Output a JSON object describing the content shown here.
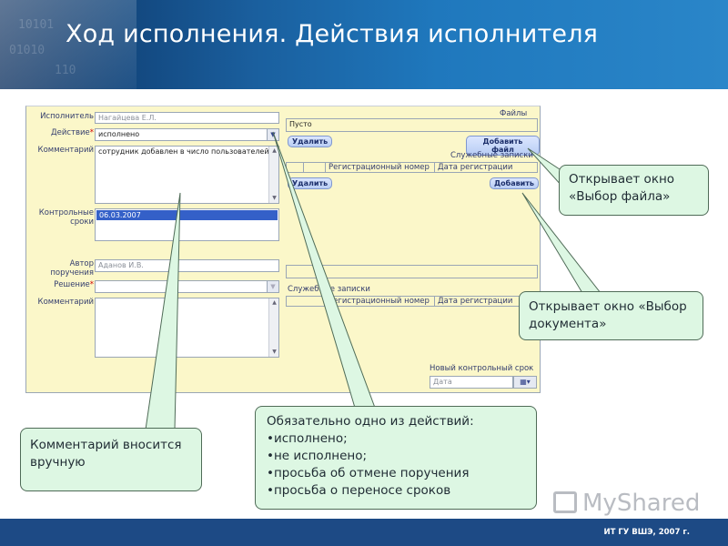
{
  "slide": {
    "title": "Ход исполнения. Действия исполнителя",
    "header_digits": [
      "10101",
      "01010",
      "110"
    ],
    "footer_text": "ИТ ГУ ВШЭ, 2007 г.",
    "watermark_text": "MyShared",
    "colors": {
      "header_start": "#0b2f5e",
      "header_end": "#2a86c9",
      "form_bg": "#fbf7c9",
      "callout_bg": "#ddf7e3",
      "footer_bg": "#1d4a85"
    }
  },
  "form": {
    "executor_label": "Исполнитель",
    "executor_value": "Нагайцева Е.Л.",
    "action_label": "Действие",
    "action_required_mark": "*",
    "action_value": "исполнено",
    "comment_label": "Комментарий",
    "comment_value": "сотрудник добавлен в число пользователей",
    "deadlines_label": "Контрольные сроки",
    "deadline_item": "06.03.2007",
    "author_label": "Автор поручения",
    "author_value": "Аданов И.В.",
    "decision_label": "Решение",
    "decision_required_mark": "*",
    "comment2_label": "Комментарий",
    "files_label": "Файлы",
    "files_value": "Пусто",
    "delete_button_1": "Удалить",
    "add_file_button": "Добавить файл",
    "memos_label": "Служебные записки",
    "reg_number_header": "Регистрационный номер",
    "reg_date_header": "Дата регистрации",
    "delete_button_2": "Удалить",
    "add_button": "Добавить",
    "memos_label_2": "Служебные записки",
    "reg_number_header_2": "Регистрационный номер",
    "reg_date_header_2": "Дата регистрации",
    "new_deadline_label": "Новый контрольный срок",
    "date_placeholder": "Дата"
  },
  "callouts": {
    "file_window": "Открывает окно «Выбор файла»",
    "doc_window": "Открывает окно «Выбор документа»",
    "comment_manual": "Комментарий вносится вручную",
    "actions_title": "Обязательно одно из действий:",
    "actions_items": [
      "•исполнено;",
      "•не исполнено;",
      "•просьба об отмене поручения",
      "•просьба о переносе сроков"
    ]
  }
}
